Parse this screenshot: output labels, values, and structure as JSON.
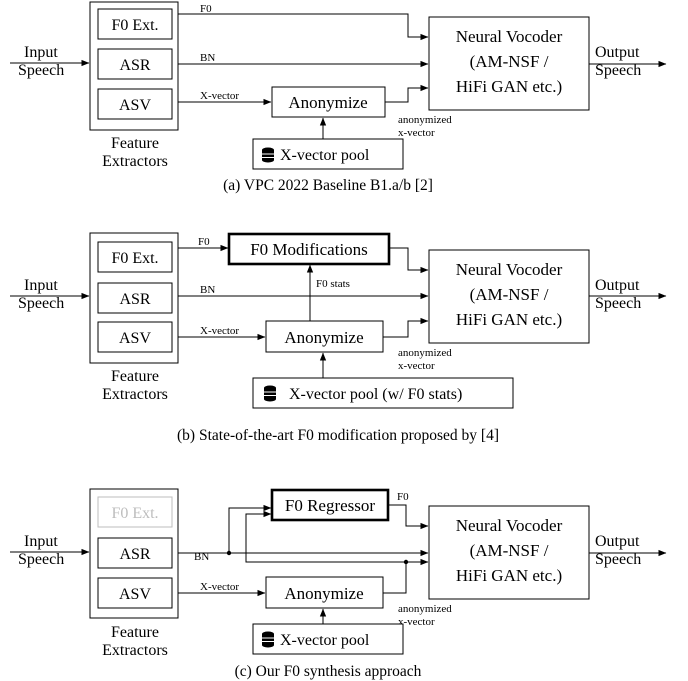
{
  "panel_a": {
    "input_label": [
      "Input",
      "Speech"
    ],
    "output_label": [
      "Output",
      "Speech"
    ],
    "extractors": [
      "F0 Ext.",
      "ASR",
      "ASV"
    ],
    "extractors_caption": [
      "Feature",
      "Extractors"
    ],
    "edge_labels": {
      "f0": "F0",
      "bn": "BN",
      "xvec": "X-vector",
      "anon": [
        "anonymized",
        "x-vector"
      ]
    },
    "anonymize": "Anonymize",
    "pool": "X-vector pool",
    "vocoder": [
      "Neural Vocoder",
      "(AM-NSF /",
      "HiFi GAN etc.)"
    ],
    "caption": "(a) VPC 2022 Baseline B1.a/b [2]"
  },
  "panel_b": {
    "input_label": [
      "Input",
      "Speech"
    ],
    "output_label": [
      "Output",
      "Speech"
    ],
    "extractors": [
      "F0 Ext.",
      "ASR",
      "ASV"
    ],
    "extractors_caption": [
      "Feature",
      "Extractors"
    ],
    "edge_labels": {
      "f0": "F0",
      "bn": "BN",
      "xvec": "X-vector",
      "f0_stats": "F0 stats",
      "anon": [
        "anonymized",
        "x-vector"
      ]
    },
    "f0_mod": "F0 Modifications",
    "anonymize": "Anonymize",
    "pool": "X-vector pool (w/ F0 stats)",
    "vocoder": [
      "Neural Vocoder",
      "(AM-NSF /",
      "HiFi GAN etc.)"
    ],
    "caption": "(b) State-of-the-art F0 modification proposed by [4]"
  },
  "panel_c": {
    "input_label": [
      "Input",
      "Speech"
    ],
    "output_label": [
      "Output",
      "Speech"
    ],
    "extractors": [
      "F0 Ext.",
      "ASR",
      "ASV"
    ],
    "extractors_caption": [
      "Feature",
      "Extractors"
    ],
    "edge_labels": {
      "f0": "F0",
      "bn": "BN",
      "xvec": "X-vector",
      "anon": [
        "anonymized",
        "x-vector"
      ]
    },
    "regressor": "F0 Regressor",
    "anonymize": "Anonymize",
    "pool": "X-vector pool",
    "vocoder": [
      "Neural Vocoder",
      "(AM-NSF /",
      "HiFi GAN etc.)"
    ],
    "caption": "(c) Our F0 synthesis approach"
  }
}
